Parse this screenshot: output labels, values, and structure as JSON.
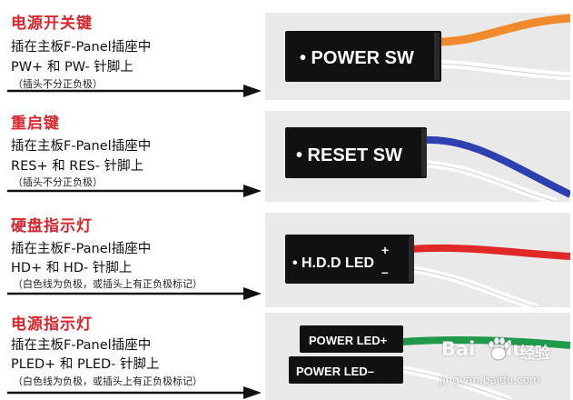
{
  "sections": [
    {
      "title": "电源开关键",
      "line1": "插在主板F-Panel插座中",
      "line2": "PW+ 和 PW- 针脚上",
      "note": "（插头不分正负极）",
      "connector_label": "• POWER SW",
      "wire_colors": [
        "#f08a2c",
        "#ffffff"
      ]
    },
    {
      "title": "重启键",
      "line1": "插在主板F-Panel插座中",
      "line2": "RES+ 和 RES- 针脚上",
      "note": "（插头不分正负极）",
      "connector_label": "• RESET SW",
      "wire_colors": [
        "#2e3fb0",
        "#ffffff"
      ]
    },
    {
      "title": "硬盘指示灯",
      "line1": "插在主板F-Panel插座中",
      "line2": "HD+ 和 HD- 针脚上",
      "note": "（白色线为负极，或插头上有正负极标记）",
      "connector_label": "• H.D.D LED",
      "plus_mark": "+",
      "minus_mark": "–",
      "wire_colors": [
        "#e02828",
        "#ffffff"
      ]
    },
    {
      "title": "电源指示灯",
      "line1": "插在主板F-Panel插座中",
      "line2": "PLED+ 和 PLED- 针脚上",
      "note": "（白色线为负极，或插头上有正负极标记）",
      "connector_label_top": "POWER LED+",
      "connector_label_bottom": "POWER LED–",
      "wire_colors": [
        "#1e9a4a",
        "#ffffff"
      ]
    }
  ],
  "watermark": {
    "brand": "Bai",
    "brand_suffix": "du",
    "cn": "经验",
    "url": "jingyan.baidu.com"
  },
  "colors": {
    "title_red": "#d8262d",
    "connector_black": "#111111",
    "photo_background": "#e9e9e9"
  }
}
